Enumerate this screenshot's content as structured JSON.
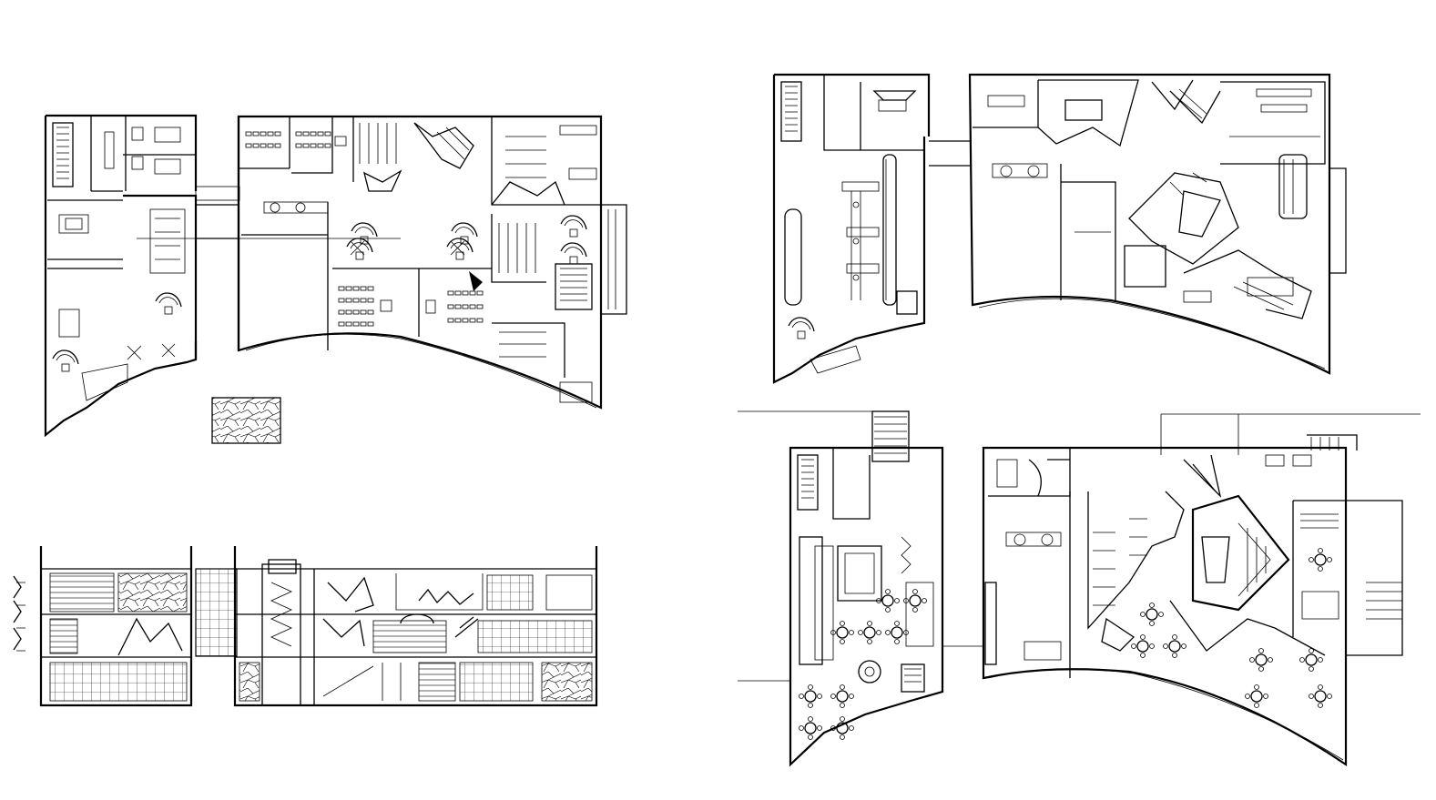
{
  "drawing": {
    "type": "architectural-cad-sheet",
    "colors": {
      "background": "#ffffff",
      "linework": "#000000"
    },
    "views": [
      {
        "id": "plan-ground",
        "kind": "floor-plan"
      },
      {
        "id": "material-swatch",
        "kind": "hatch-legend"
      },
      {
        "id": "section",
        "kind": "building-section"
      },
      {
        "id": "plan-upper-1",
        "kind": "floor-plan"
      },
      {
        "id": "plan-upper-2",
        "kind": "floor-plan"
      }
    ]
  }
}
